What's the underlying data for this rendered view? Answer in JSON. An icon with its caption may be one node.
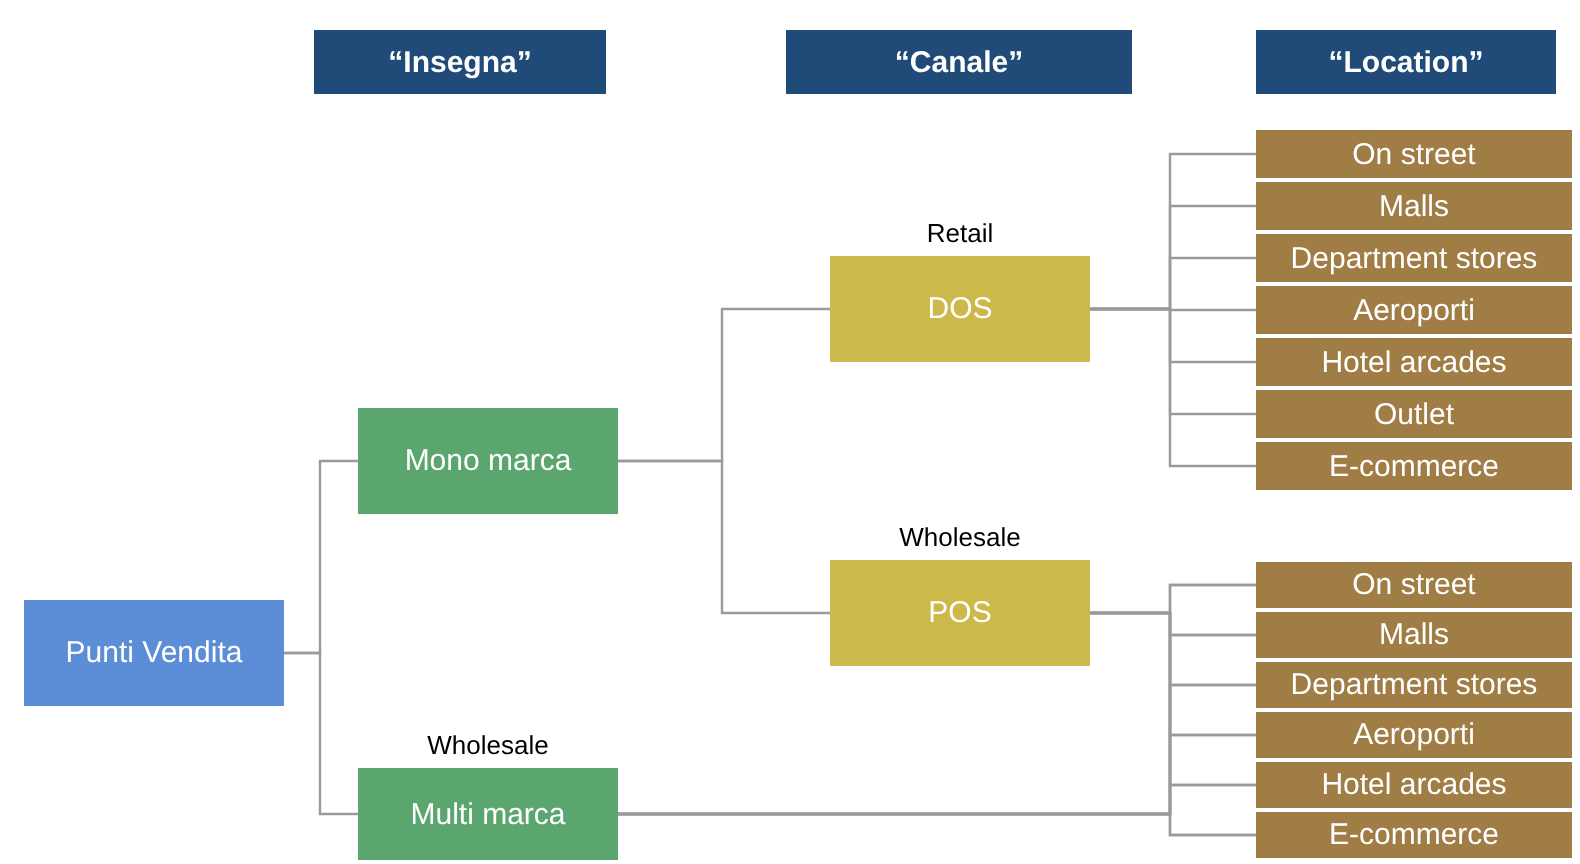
{
  "diagram": {
    "nodes": [
      {
        "text": [
          "“Insegna”"
        ]
      },
      {
        "text": [
          "“Canale”"
        ]
      },
      {
        "text": [
          "“Location”"
        ]
      },
      {
        "text": [
          "Punti Vendita"
        ]
      },
      {
        "text": [
          "Mono marca"
        ]
      },
      {
        "text": [
          "Multi marca"
        ],
        "beside": [
          "Wholesale"
        ]
      },
      {
        "text": [
          "DOS"
        ],
        "beside": [
          "Retail"
        ]
      },
      {
        "text": [
          "POS"
        ],
        "beside": [
          "Wholesale"
        ]
      },
      {
        "text": [
          "On street"
        ]
      },
      {
        "text": [
          "Malls"
        ]
      },
      {
        "text": [
          "Department stores"
        ]
      },
      {
        "text": [
          "Aeroporti"
        ]
      },
      {
        "text": [
          "Hotel arcades"
        ]
      },
      {
        "text": [
          "Outlet"
        ]
      },
      {
        "text": [
          "E-commerce"
        ]
      },
      {
        "text": [
          "On street"
        ]
      },
      {
        "text": [
          "Malls"
        ]
      },
      {
        "text": [
          "Department stores"
        ]
      },
      {
        "text": [
          "Aeroporti"
        ]
      },
      {
        "text": [
          "Hotel arcades"
        ]
      },
      {
        "text": [
          "E-commerce"
        ]
      }
    ],
    "edges": [
      {
        "from": 3,
        "to": 4,
        "arrow": "none"
      },
      {
        "from": 3,
        "to": 5,
        "arrow": "none"
      },
      {
        "from": 4,
        "to": 6,
        "arrow": "none"
      },
      {
        "from": 4,
        "to": 7,
        "arrow": "none"
      },
      {
        "from": 6,
        "to": 8,
        "arrow": "none"
      },
      {
        "from": 6,
        "to": 9,
        "arrow": "none"
      },
      {
        "from": 6,
        "to": 10,
        "arrow": "none"
      },
      {
        "from": 6,
        "to": 11,
        "arrow": "none"
      },
      {
        "from": 6,
        "to": 12,
        "arrow": "none"
      },
      {
        "from": 6,
        "to": 13,
        "arrow": "none"
      },
      {
        "from": 6,
        "to": 14,
        "arrow": "none"
      },
      {
        "from": 7,
        "to": 15,
        "arrow": "none"
      },
      {
        "from": 7,
        "to": 16,
        "arrow": "none"
      },
      {
        "from": 7,
        "to": 17,
        "arrow": "none"
      },
      {
        "from": 7,
        "to": 18,
        "arrow": "none"
      },
      {
        "from": 7,
        "to": 19,
        "arrow": "none"
      },
      {
        "from": 7,
        "to": 20,
        "arrow": "none"
      },
      {
        "from": 5,
        "to": 15,
        "arrow": "none"
      },
      {
        "from": 5,
        "to": 16,
        "arrow": "none"
      },
      {
        "from": 5,
        "to": 17,
        "arrow": "none"
      },
      {
        "from": 5,
        "to": 18,
        "arrow": "none"
      },
      {
        "from": 5,
        "to": 19,
        "arrow": "none"
      },
      {
        "from": 5,
        "to": 20,
        "arrow": "none"
      }
    ]
  }
}
